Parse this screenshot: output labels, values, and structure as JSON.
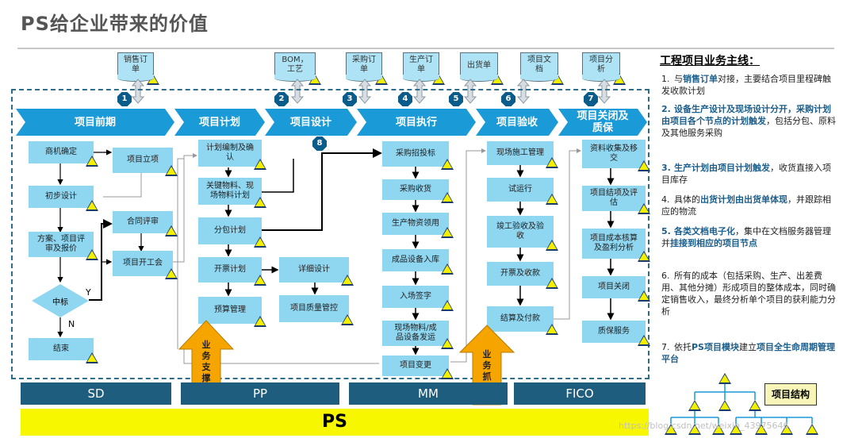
{
  "title": "PS给企业带来的价值",
  "documents": [
    {
      "label": "销售订\n单"
    },
    {
      "label": "BOM，\n工艺"
    },
    {
      "label": "采购订\n单"
    },
    {
      "label": "生产订\n单"
    },
    {
      "label": "出货单"
    },
    {
      "label": "项目文\n档"
    },
    {
      "label": "项目分\n析"
    }
  ],
  "steps": [
    "1",
    "2",
    "3",
    "4",
    "5",
    "6",
    "7",
    "8"
  ],
  "phases": [
    "项目前期",
    "项目计划",
    "项目设计",
    "项目执行",
    "项目验收",
    "项目关闭及\n质保"
  ],
  "boxes": {
    "shangji": "商机确定",
    "lixiang": "项目立项",
    "chubu": "初步设计",
    "fangan": "方案、项目评\n审及报价",
    "hetong": "合同评审",
    "kaigong": "项目开工会",
    "zhongbiao": "中标",
    "jieshu": "结束",
    "bianzhi": "计划编制及确\n认",
    "guanjian": "关键物料、现\n场物料计划",
    "fenbao": "分包计划",
    "kaipiao": "开票计划",
    "yusuan": "预算管理",
    "xiangxi": "详细设计",
    "zhiliang": "项目质量管控",
    "caigou": "采购招投标",
    "shouhuo": "采购收货",
    "lingyong": "生产物资领用",
    "ruku": "成品设备入库",
    "qianzi": "入场签字",
    "fayun": "现场物料/成\n品设备发运",
    "biangeng": "项目变更",
    "shigong": "现场施工管理",
    "shiyunxing": "试运行",
    "jungong": "竣工验收及验\n收",
    "kaipiaoshou": "开票及收款",
    "jiesuan": "结算及付款",
    "ziliao": "资料收集及移\n交",
    "jiexiang": "项目结项及评\n估",
    "chengben": "项目成本核算\n及盈利分析",
    "guanbi": "项目关闭",
    "zhibao": "质保服务"
  },
  "flow_labels": {
    "yes": "Y",
    "no": "N"
  },
  "support_arrows": {
    "left": "业\n务\n支\n撑",
    "right": "业\n务\n抓\n手"
  },
  "systems": [
    "SD",
    "PP",
    "MM",
    "FICO"
  ],
  "ps_label": "PS",
  "legend": {
    "title": "工程项目业务主线：",
    "items": [
      {
        "n": "1.",
        "pre": "与",
        "hl": "销售订单",
        "post": "对接，主要结合项目里程碑触发收款计划",
        "bold": false
      },
      {
        "n": "2.",
        "pre": "",
        "hl": "设备生产设计及现场设计分开，采购计划由项目各个节点的计划触发",
        "post": "，包括分包、原料及其他服务采购",
        "bold": false
      },
      {
        "n": "3.",
        "pre": "",
        "hl": "生产计划由项目计划触发",
        "post": "，收货直接入项目库存",
        "bold": false
      },
      {
        "n": "4.",
        "pre": "具体的",
        "hl": "出货计划由出货单体现",
        "post": "，并跟踪相应的物流",
        "bold": false
      },
      {
        "n": "5.",
        "pre": "",
        "hl": "各类文档电子化",
        "post": "，集中在文档服务器管理并",
        "hl2": "挂接到相应的项目节点",
        "bold": false
      },
      {
        "n": "6.",
        "pre": "所有的成本（包括采购、生产、出差费用、其他分摊）形成项目的整体成本，同时确定销售收入，最终分析单个项目的获利能力分析",
        "hl": "",
        "post": "",
        "bold": false
      },
      {
        "n": "7.",
        "pre": "依托",
        "hl": "PS项目模块",
        "post": "建立",
        "hl2": "项目全生命周期管理平台",
        "bold": false
      }
    ]
  },
  "structure_label": "项目结构",
  "watermark": "https://blog.csdn.net/weixin_43975646",
  "colors": {
    "phase": "#1a9ad6",
    "box": "#8fd6f1",
    "system": "#1f5d7e",
    "ps": "#f7f700",
    "support": "#f5a400",
    "highlight": "#1b5e8c"
  }
}
